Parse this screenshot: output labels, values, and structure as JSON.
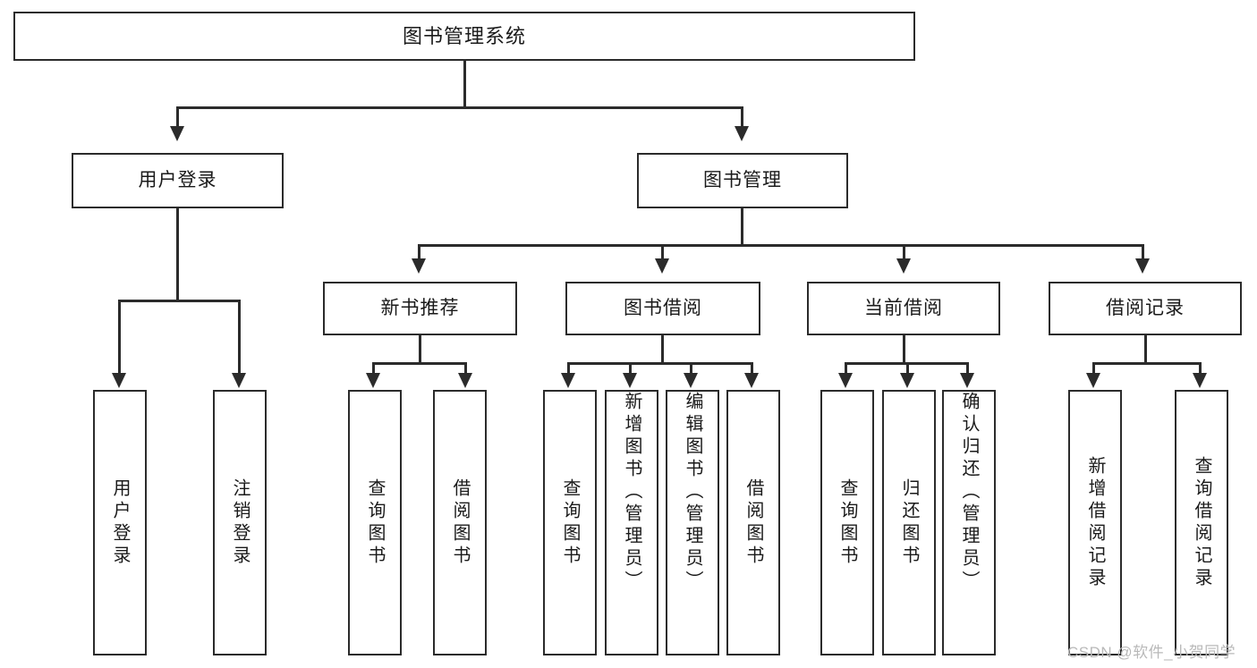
{
  "diagram": {
    "type": "hierarchy-tree",
    "title": "图书管理系统",
    "watermark": "CSDN @软件_小贺同学",
    "colors": {
      "border": "#2b2b2b",
      "background": "#ffffff",
      "text": "#1a1a1a",
      "watermark": "#b9b9b9"
    },
    "nodes": {
      "root": {
        "label": "图书管理系统"
      },
      "level1": [
        {
          "label": "用户登录"
        },
        {
          "label": "图书管理"
        }
      ],
      "level2": [
        {
          "label": "新书推荐"
        },
        {
          "label": "图书借阅"
        },
        {
          "label": "当前借阅"
        },
        {
          "label": "借阅记录"
        }
      ],
      "leaves": {
        "user_login": [
          {
            "label": "用户登录"
          },
          {
            "label": "注销登录"
          }
        ],
        "new_book": [
          {
            "label": "查询图书"
          },
          {
            "label": "借阅图书"
          }
        ],
        "book_borrow": [
          {
            "label": "查询图书"
          },
          {
            "label": "新增图书（管理员）"
          },
          {
            "label": "编辑图书（管理员）"
          },
          {
            "label": "借阅图书"
          }
        ],
        "current_borrow": [
          {
            "label": "查询图书"
          },
          {
            "label": "归还图书"
          },
          {
            "label": "确认归还（管理员）"
          }
        ],
        "borrow_record": [
          {
            "label": "新增借阅记录"
          },
          {
            "label": "查询借阅记录"
          }
        ]
      }
    }
  }
}
